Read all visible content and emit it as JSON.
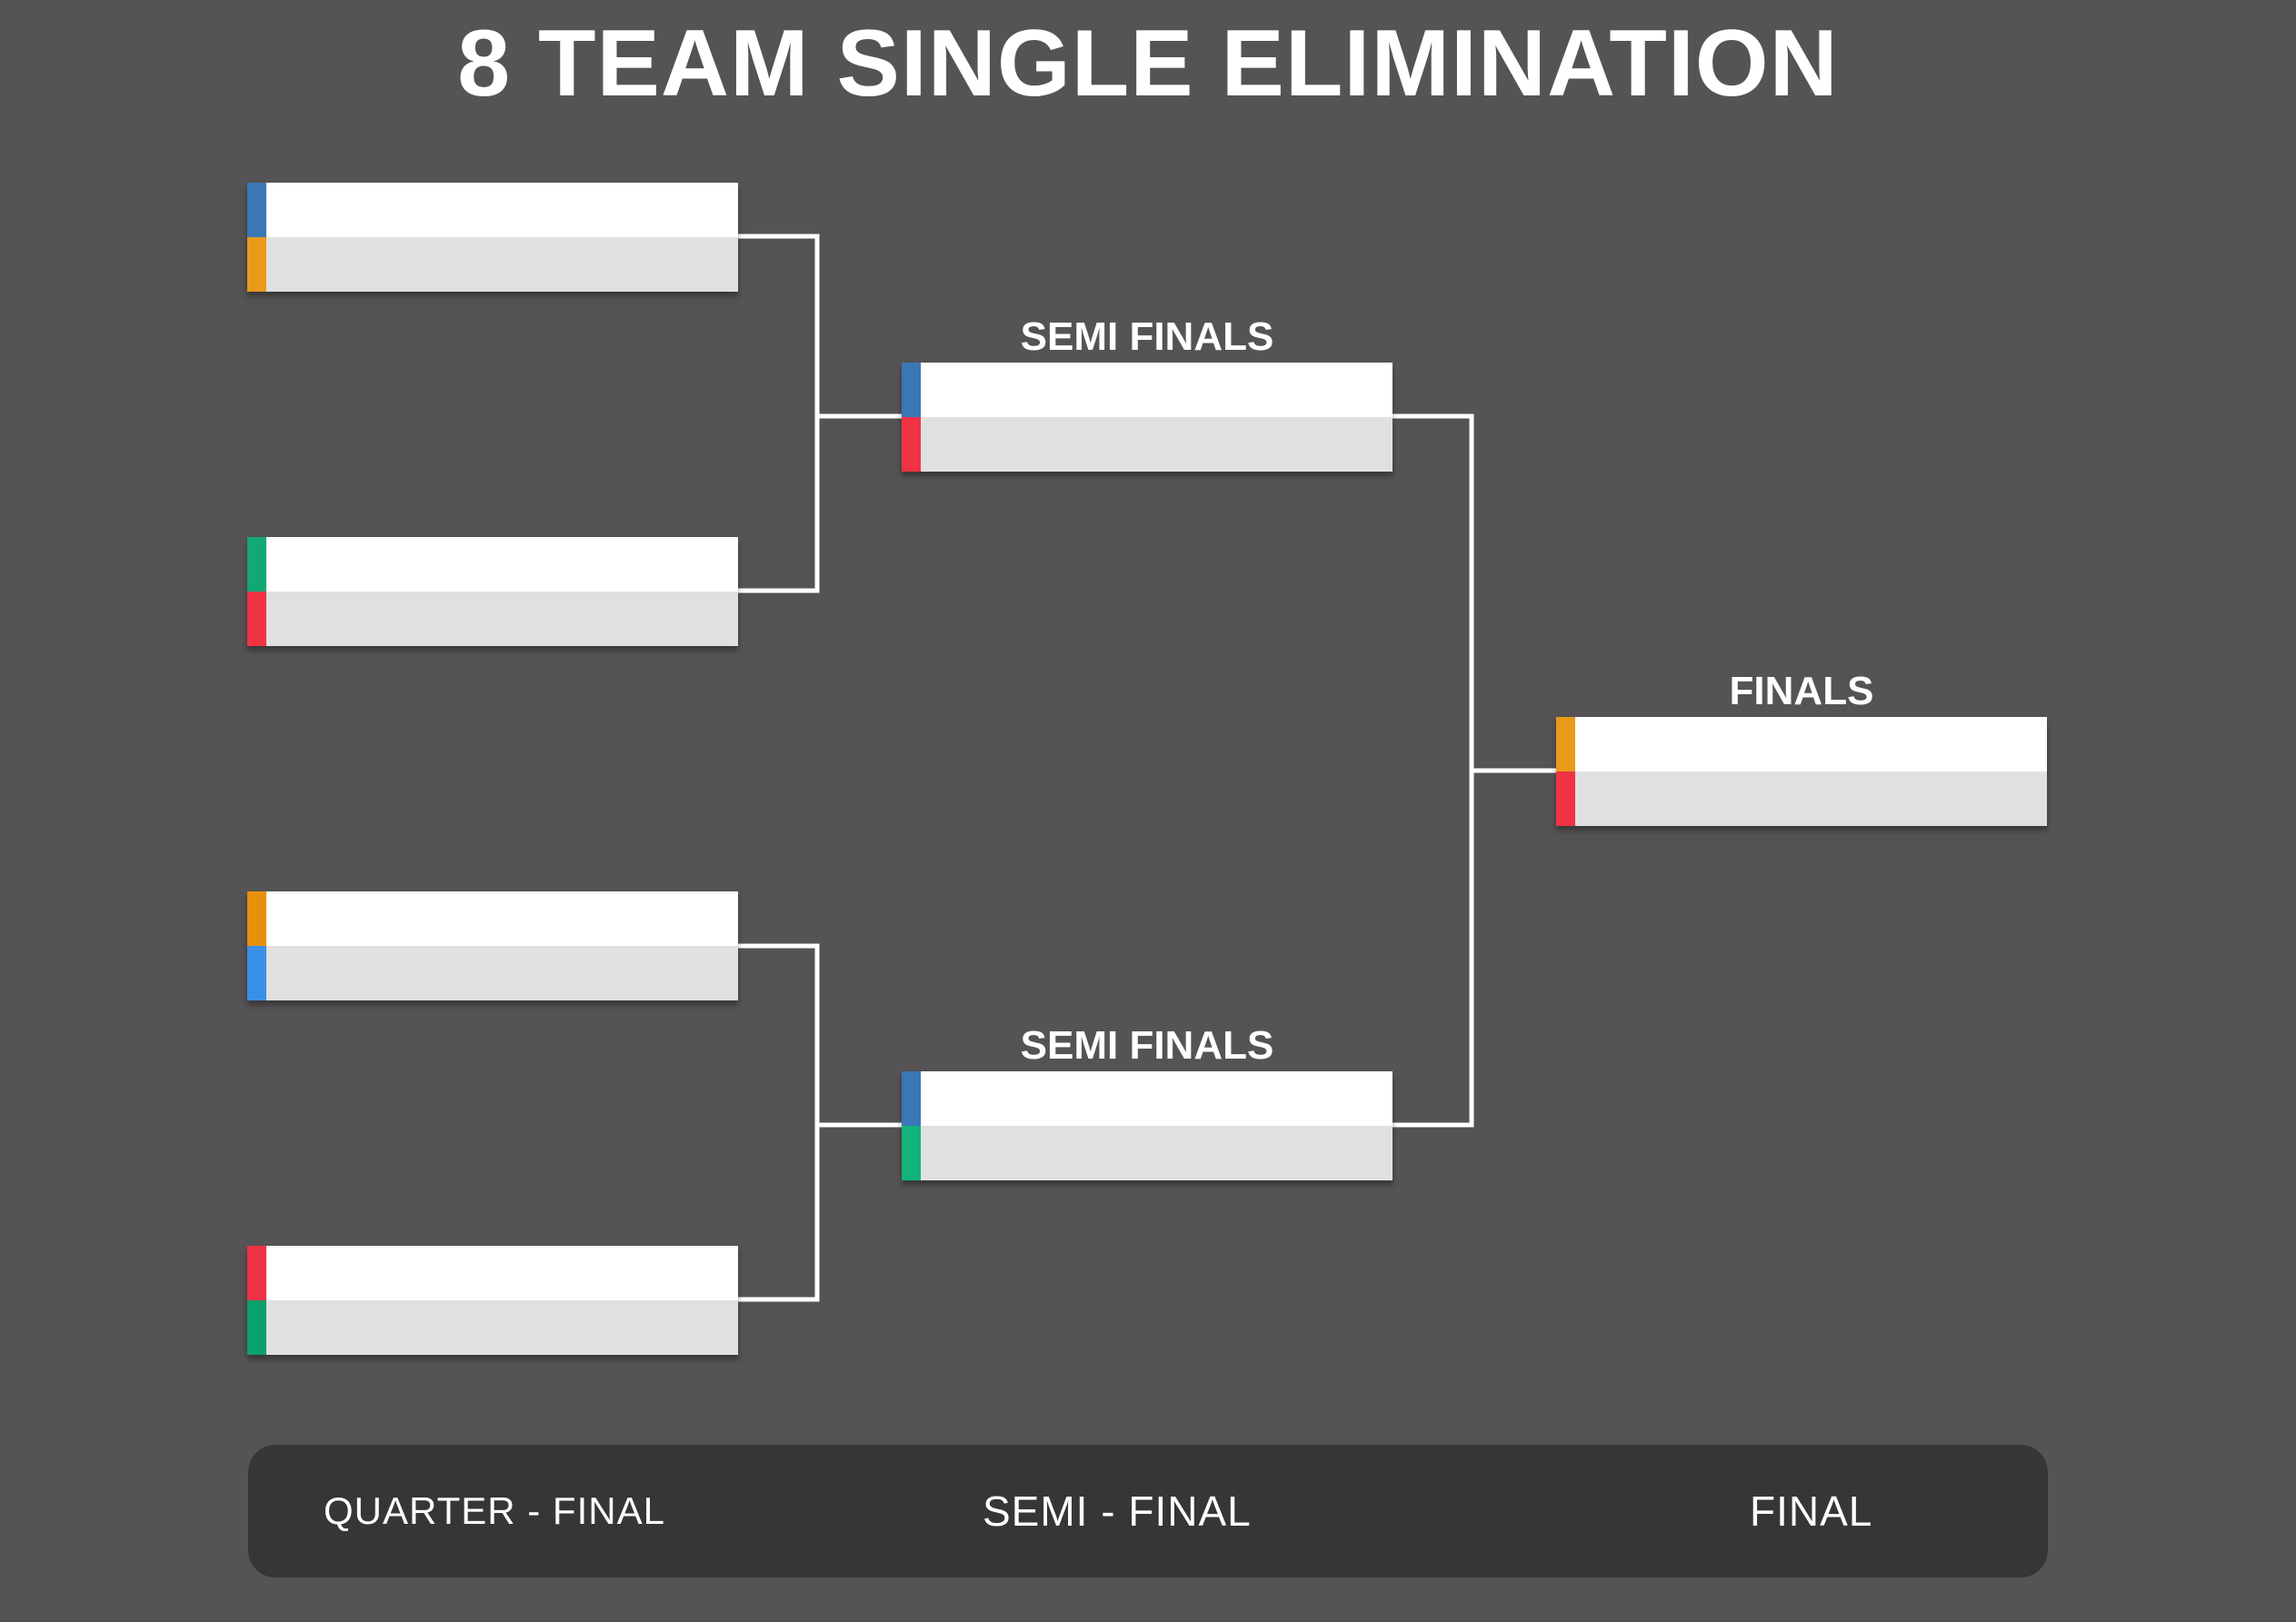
{
  "title": "8 TEAM SINGLE ELIMINATION",
  "colors": {
    "background": "#555354",
    "footer": "#363537",
    "slot_top": "#ffffff",
    "slot_bottom": "#e0e0e0",
    "connector": "#ffffff"
  },
  "rounds": {
    "semi_label": "SEMI FINALS",
    "final_label": "FINALS"
  },
  "matches": {
    "qf1": {
      "team_colors": [
        "#3a78b5",
        "#e99a1c"
      ]
    },
    "qf2": {
      "team_colors": [
        "#12a874",
        "#ef3344"
      ]
    },
    "qf3": {
      "team_colors": [
        "#e8900c",
        "#3a8fe8"
      ]
    },
    "qf4": {
      "team_colors": [
        "#ef3344",
        "#0aa26c"
      ]
    },
    "sf1": {
      "team_colors": [
        "#3a78b5",
        "#ef3344"
      ]
    },
    "sf2": {
      "team_colors": [
        "#3a78b5",
        "#12b47a"
      ]
    },
    "final": {
      "team_colors": [
        "#e99a1c",
        "#ef3344"
      ]
    }
  },
  "footer": {
    "quarter": "QUARTER - FINAL",
    "semi": "SEMI - FINAL",
    "final": "FINAL"
  }
}
